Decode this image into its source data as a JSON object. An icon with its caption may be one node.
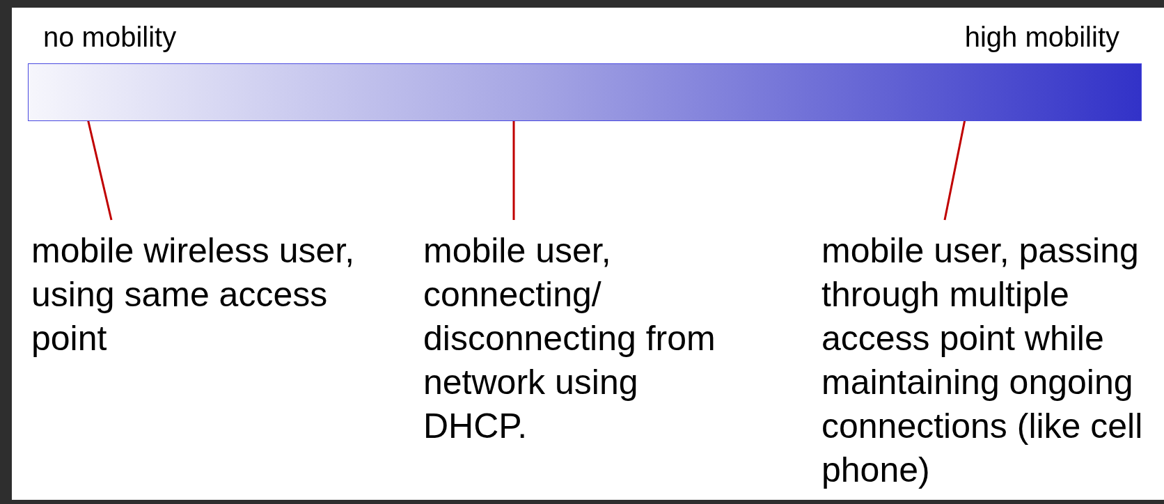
{
  "diagram": {
    "nodes": [
      {
        "text": [],
        "shape": "bar"
      },
      {
        "text": [
          "mobile wireless user, using same access point"
        ]
      },
      {
        "text": [
          "mobile user, connecting/ disconnecting from network using DHCP."
        ]
      },
      {
        "text": [
          "mobile user, passing through multiple access point while maintaining ongoing connections (like cell phone)"
        ]
      }
    ],
    "edges": [
      {
        "from": 1,
        "to": 0,
        "arrow": "none",
        "color": "#c00000"
      },
      {
        "from": 2,
        "to": 0,
        "arrow": "none",
        "color": "#c00000"
      },
      {
        "from": 3,
        "to": 0,
        "arrow": "none",
        "color": "#c00000"
      }
    ],
    "labels": [
      "no mobility",
      "high mobility"
    ]
  }
}
